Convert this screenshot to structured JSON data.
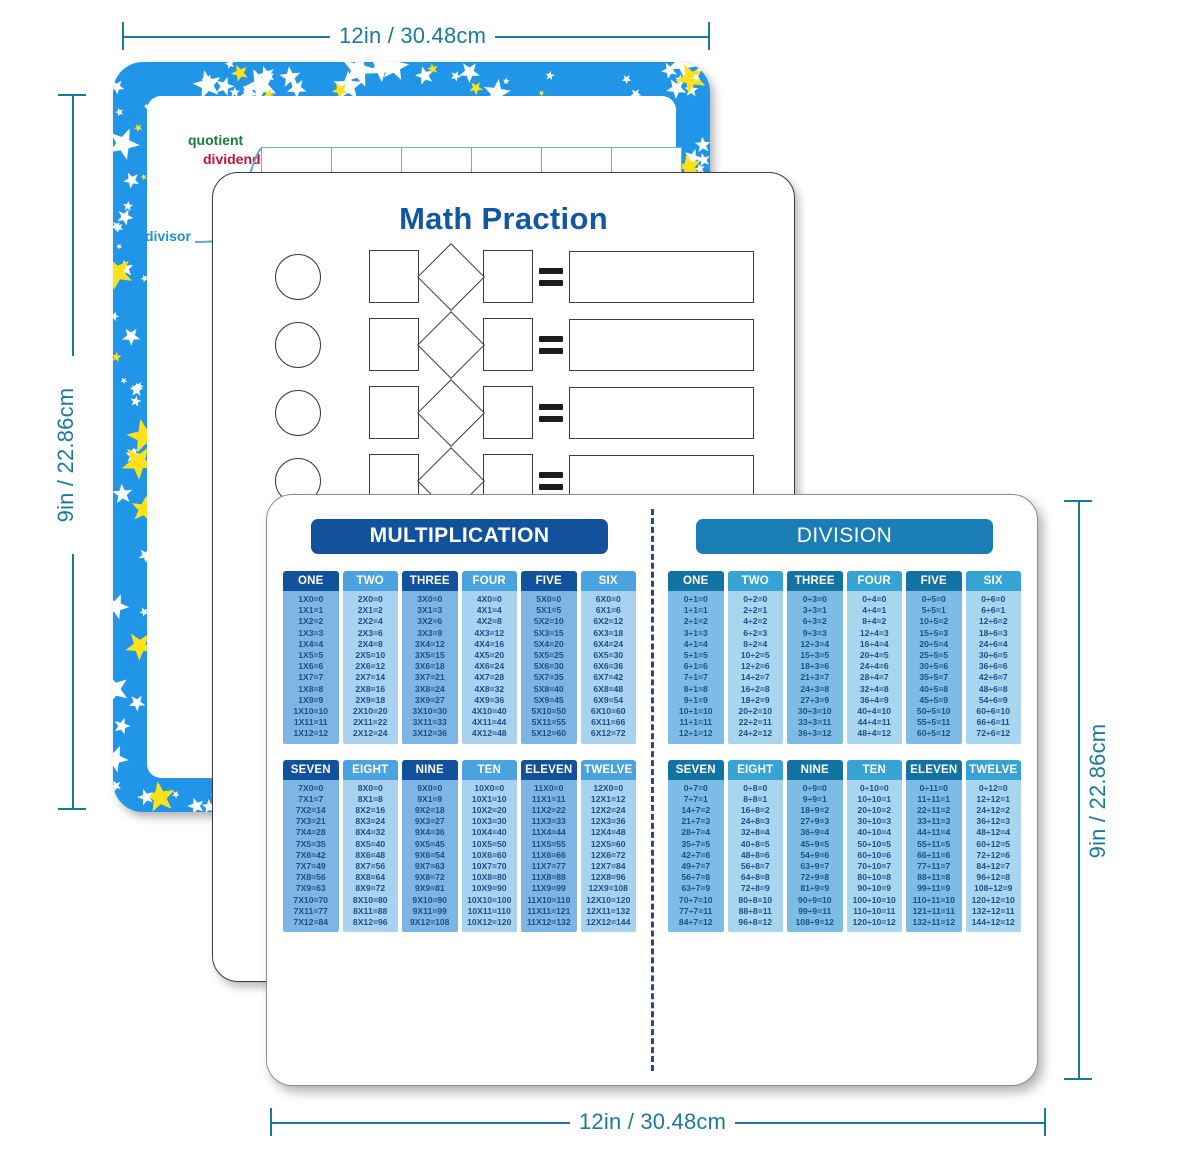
{
  "dimensions": {
    "top_width": "12in / 30.48cm",
    "bottom_width": "12in / 30.48cm",
    "left_height": "9in / 22.86cm",
    "right_height": "9in / 22.86cm"
  },
  "back_board": {
    "labels": {
      "quotient": "quotient",
      "dividend": "dividend",
      "divisor": "divisor"
    },
    "grid_cells": 6,
    "border_color": "#2196e8",
    "star_colors": [
      "#ffffff",
      "#ffe11a"
    ]
  },
  "middle_board": {
    "title": "Math Praction",
    "rows": 5
  },
  "front_board": {
    "multiplication": {
      "title": "MULTIPLICATION",
      "accent": "#12519b",
      "groups": [
        {
          "columns": [
            {
              "header": "ONE",
              "rows": [
                "1X0=0",
                "1X1=1",
                "1X2=2",
                "1X3=3",
                "1X4=4",
                "1X5=5",
                "1X6=6",
                "1X7=7",
                "1X8=8",
                "1X9=9",
                "1X10=10",
                "1X11=11",
                "1X12=12"
              ]
            },
            {
              "header": "TWO",
              "rows": [
                "2X0=0",
                "2X1=2",
                "2X2=4",
                "2X3=6",
                "2X4=8",
                "2X5=10",
                "2X6=12",
                "2X7=14",
                "2X8=16",
                "2X9=18",
                "2X10=20",
                "2X11=22",
                "2X12=24"
              ]
            },
            {
              "header": "THREE",
              "rows": [
                "3X0=0",
                "3X1=3",
                "3X2=6",
                "3X3=9",
                "3X4=12",
                "3X5=15",
                "3X6=18",
                "3X7=21",
                "3X8=24",
                "3X9=27",
                "3X10=30",
                "3X11=33",
                "3X12=36"
              ]
            },
            {
              "header": "FOUR",
              "rows": [
                "4X0=0",
                "4X1=4",
                "4X2=8",
                "4X3=12",
                "4X4=16",
                "4X5=20",
                "4X6=24",
                "4X7=28",
                "4X8=32",
                "4X9=36",
                "4X10=40",
                "4X11=44",
                "4X12=48"
              ]
            },
            {
              "header": "FIVE",
              "rows": [
                "5X0=0",
                "5X1=5",
                "5X2=10",
                "5X3=15",
                "5X4=20",
                "5X5=25",
                "5X6=30",
                "5X7=35",
                "5X8=40",
                "5X9=45",
                "5X10=50",
                "5X11=55",
                "5X12=60"
              ]
            },
            {
              "header": "SIX",
              "rows": [
                "6X0=0",
                "6X1=6",
                "6X2=12",
                "6X3=18",
                "6X4=24",
                "6X5=30",
                "6X6=36",
                "6X7=42",
                "6X8=48",
                "6X9=54",
                "6X10=60",
                "6X11=66",
                "6X12=72"
              ]
            }
          ]
        },
        {
          "columns": [
            {
              "header": "SEVEN",
              "rows": [
                "7X0=0",
                "7X1=7",
                "7X2=14",
                "7X3=21",
                "7X4=28",
                "7X5=35",
                "7X6=42",
                "7X7=49",
                "7X8=56",
                "7X9=63",
                "7X10=70",
                "7X11=77",
                "7X12=84"
              ]
            },
            {
              "header": "EIGHT",
              "rows": [
                "8X0=0",
                "8X1=8",
                "8X2=16",
                "8X3=24",
                "8X4=32",
                "8X5=40",
                "8X6=48",
                "8X7=56",
                "8X8=64",
                "8X9=72",
                "8X10=80",
                "8X11=88",
                "8X12=96"
              ]
            },
            {
              "header": "NINE",
              "rows": [
                "9X0=0",
                "9X1=9",
                "9X2=18",
                "9X3=27",
                "9X4=36",
                "9X5=45",
                "9X6=54",
                "9X7=63",
                "9X8=72",
                "9X9=81",
                "9X10=90",
                "9X11=99",
                "9X12=108"
              ]
            },
            {
              "header": "TEN",
              "rows": [
                "10X0=0",
                "10X1=10",
                "10X2=20",
                "10X3=30",
                "10X4=40",
                "10X5=50",
                "10X6=60",
                "10X7=70",
                "10X8=80",
                "10X9=90",
                "10X10=100",
                "10X11=110",
                "10X12=120"
              ]
            },
            {
              "header": "ELEVEN",
              "rows": [
                "11X0=0",
                "11X1=11",
                "11X2=22",
                "11X3=33",
                "11X4=44",
                "11X5=55",
                "11X6=66",
                "11X7=77",
                "11X8=88",
                "11X9=99",
                "11X10=110",
                "11X11=121",
                "11X12=132"
              ]
            },
            {
              "header": "TWELVE",
              "rows": [
                "12X0=0",
                "12X1=12",
                "12X2=24",
                "12X3=36",
                "12X4=48",
                "12X5=60",
                "12X6=72",
                "12X7=84",
                "12X8=96",
                "12X9=108",
                "12X10=120",
                "12X11=132",
                "12X12=144"
              ]
            }
          ]
        }
      ]
    },
    "division": {
      "title": "DIVISION",
      "accent": "#1a7eb5",
      "groups": [
        {
          "columns": [
            {
              "header": "ONE",
              "rows": [
                "0÷1=0",
                "1÷1=1",
                "2÷1=2",
                "3÷1=3",
                "4÷1=4",
                "5÷1=5",
                "6÷1=6",
                "7÷1=7",
                "8÷1=8",
                "9÷1=9",
                "10÷1=10",
                "11÷1=11",
                "12÷1=12"
              ]
            },
            {
              "header": "TWO",
              "rows": [
                "0÷2=0",
                "2÷2=1",
                "4÷2=2",
                "6÷2=3",
                "8÷2=4",
                "10÷2=5",
                "12÷2=6",
                "14÷2=7",
                "16÷2=8",
                "18÷2=9",
                "20÷2=10",
                "22÷2=11",
                "24÷2=12"
              ]
            },
            {
              "header": "THREE",
              "rows": [
                "0÷3=0",
                "3÷3=1",
                "6÷3=2",
                "9÷3=3",
                "12÷3=4",
                "15÷3=5",
                "18÷3=6",
                "21÷3=7",
                "24÷3=8",
                "27÷3=9",
                "30÷3=10",
                "33÷3=11",
                "36÷3=12"
              ]
            },
            {
              "header": "FOUR",
              "rows": [
                "0÷4=0",
                "4÷4=1",
                "8÷4=2",
                "12÷4=3",
                "16÷4=4",
                "20÷4=5",
                "24÷4=6",
                "28÷4=7",
                "32÷4=8",
                "36÷4=9",
                "40÷4=10",
                "44÷4=11",
                "48÷4=12"
              ]
            },
            {
              "header": "FIVE",
              "rows": [
                "0÷5=0",
                "5÷5=1",
                "10÷5=2",
                "15÷5=3",
                "20÷5=4",
                "25÷5=5",
                "30÷5=6",
                "35÷5=7",
                "40÷5=8",
                "45÷5=9",
                "50÷5=10",
                "55÷5=11",
                "60÷5=12"
              ]
            },
            {
              "header": "SIX",
              "rows": [
                "0÷6=0",
                "6÷6=1",
                "12÷6=2",
                "18÷6=3",
                "24÷6=4",
                "30÷6=5",
                "36÷6=6",
                "42÷6=7",
                "48÷6=8",
                "54÷6=9",
                "60÷6=10",
                "66÷6=11",
                "72÷6=12"
              ]
            }
          ]
        },
        {
          "columns": [
            {
              "header": "SEVEN",
              "rows": [
                "0÷7=0",
                "7÷7=1",
                "14÷7=2",
                "21÷7=3",
                "28÷7=4",
                "35÷7=5",
                "42÷7=6",
                "49÷7=7",
                "56÷7=8",
                "63÷7=9",
                "70÷7=10",
                "77÷7=11",
                "84÷7=12"
              ]
            },
            {
              "header": "EIGHT",
              "rows": [
                "0÷8=0",
                "8÷8=1",
                "16÷8=2",
                "24÷8=3",
                "32÷8=4",
                "40÷8=5",
                "48÷8=6",
                "56÷8=7",
                "64÷8=8",
                "72÷8=9",
                "80÷8=10",
                "88÷8=11",
                "96÷8=12"
              ]
            },
            {
              "header": "NINE",
              "rows": [
                "0÷9=0",
                "9÷9=1",
                "18÷9=2",
                "27÷9=3",
                "36÷9=4",
                "45÷9=5",
                "54÷9=6",
                "63÷9=7",
                "72÷9=8",
                "81÷9=9",
                "90÷9=10",
                "99÷9=11",
                "108÷9=12"
              ]
            },
            {
              "header": "TEN",
              "rows": [
                "0÷10=0",
                "10÷10=1",
                "20÷10=2",
                "30÷10=3",
                "40÷10=4",
                "50÷10=5",
                "60÷10=6",
                "70÷10=7",
                "80÷10=8",
                "90÷10=9",
                "100÷10=10",
                "110÷10=11",
                "120÷10=12"
              ]
            },
            {
              "header": "ELEVEN",
              "rows": [
                "0÷11=0",
                "11÷11=1",
                "22÷11=2",
                "33÷11=3",
                "44÷11=4",
                "55÷11=5",
                "66÷11=6",
                "77÷11=7",
                "88÷11=8",
                "99÷11=9",
                "110÷11=10",
                "121÷11=11",
                "132÷11=12"
              ]
            },
            {
              "header": "TWELVE",
              "rows": [
                "0÷12=0",
                "12÷12=1",
                "24÷12=2",
                "36÷12=3",
                "48÷12=4",
                "60÷12=5",
                "72÷12=6",
                "84÷12=7",
                "96÷12=8",
                "108÷12=9",
                "120÷12=10",
                "132÷12=11",
                "144÷12=12"
              ]
            }
          ]
        }
      ]
    }
  }
}
